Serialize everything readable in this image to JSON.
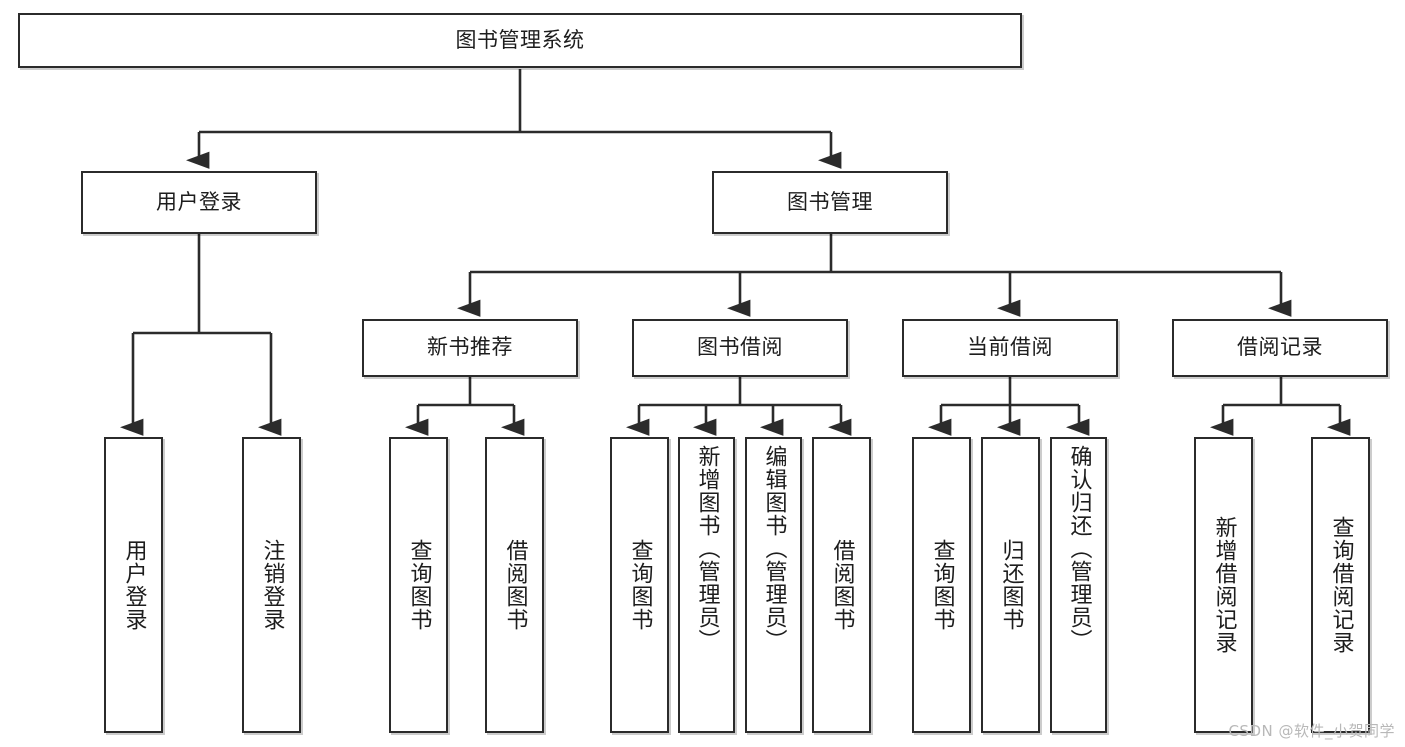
{
  "diagram": {
    "type": "tree",
    "title": "图书管理系统",
    "watermark": "CSDN @软件_小贺同学",
    "colors": {
      "stroke": "#2b2b2b",
      "fill": "#ffffff",
      "text": "#1d1d1d",
      "watermark": "#b8b8b8"
    },
    "root": {
      "label": "图书管理系统"
    },
    "level2": [
      {
        "label": "用户登录"
      },
      {
        "label": "图书管理"
      }
    ],
    "level3": [
      {
        "label": "新书推荐"
      },
      {
        "label": "图书借阅"
      },
      {
        "label": "当前借阅"
      },
      {
        "label": "借阅记录"
      }
    ],
    "leaves": {
      "user_login": [
        {
          "label": "用户登录"
        },
        {
          "label": "注销登录"
        }
      ],
      "new_book_recommend": [
        {
          "label": "查询图书"
        },
        {
          "label": "借阅图书"
        }
      ],
      "book_borrow": [
        {
          "label": "查询图书"
        },
        {
          "label": "新增图书（管理员）"
        },
        {
          "label": "编辑图书（管理员）"
        },
        {
          "label": "借阅图书"
        }
      ],
      "current_borrow": [
        {
          "label": "查询图书"
        },
        {
          "label": "归还图书"
        },
        {
          "label": "确认归还（管理员）"
        }
      ],
      "borrow_record": [
        {
          "label": "新增借阅记录"
        },
        {
          "label": "查询借阅记录"
        }
      ]
    }
  }
}
